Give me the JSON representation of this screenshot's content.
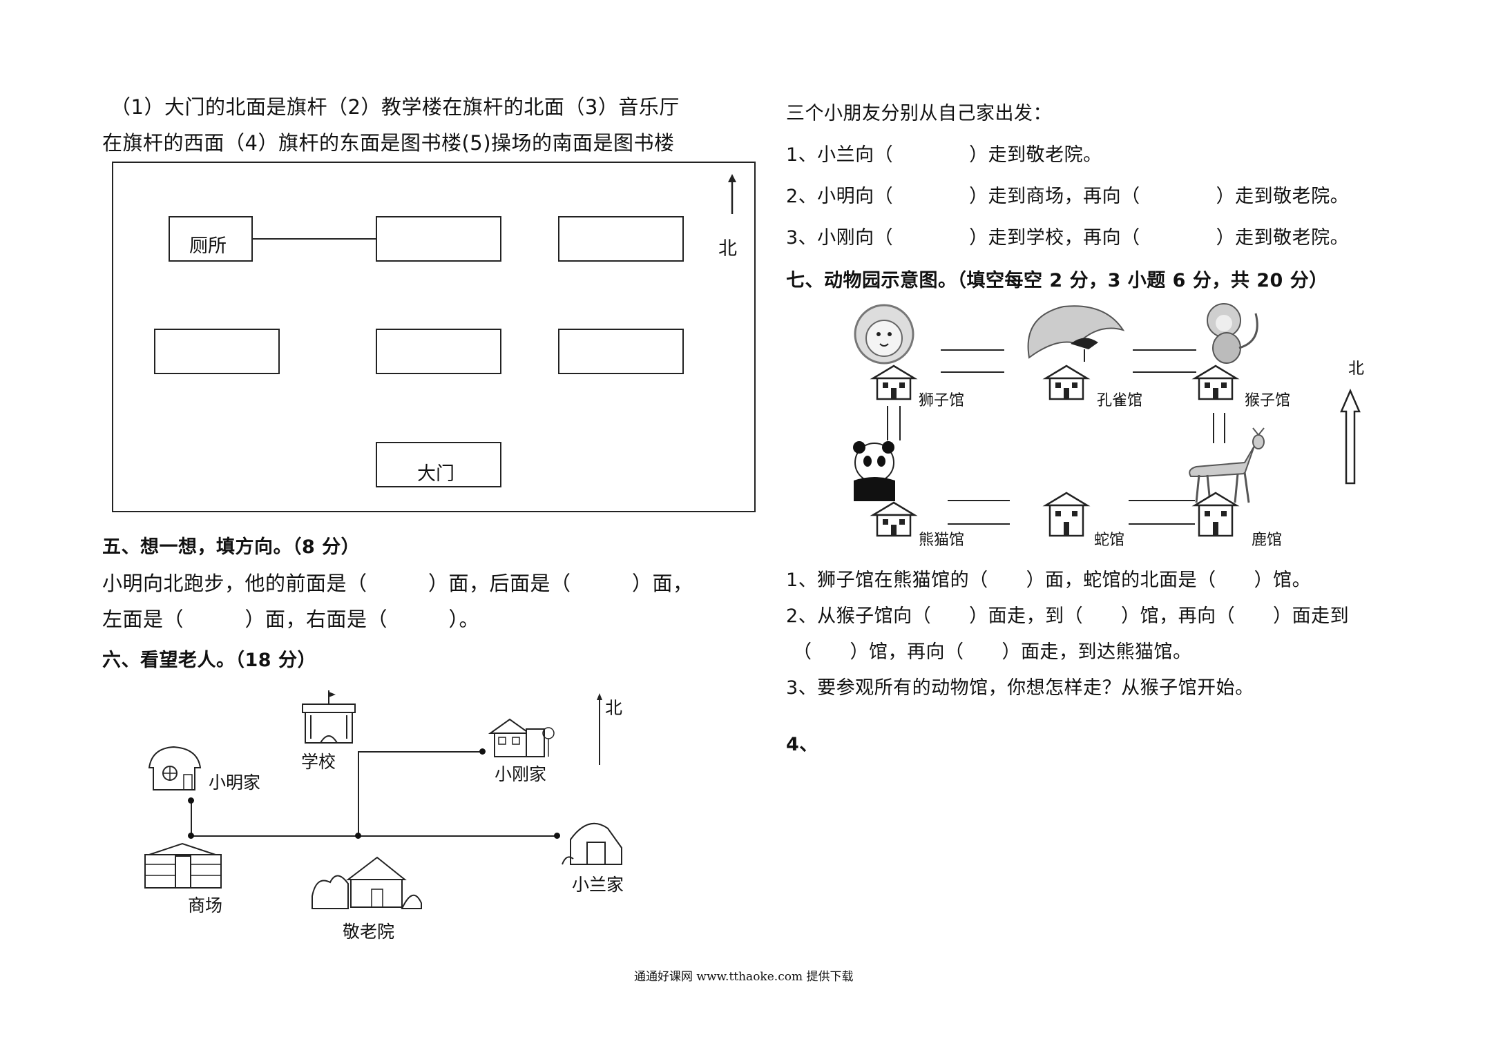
{
  "left": {
    "intro_line1": "（1）大门的北面是旗杆（2）教学楼在旗杆的北面（3）音乐厅",
    "intro_line2": "在旗杆的西面（4）旗杆的东面是图书楼(5)操场的南面是图书楼",
    "map1": {
      "toilet": "厕所",
      "gate": "大门",
      "north": "北"
    },
    "sec5_title": "五、想一想，填方向。（8 分）",
    "sec5_line1": "小明向北跑步，他的前面是（　　　）面，后面是（　　　）面，",
    "sec5_line2": "左面是（　　　）面，右面是（　　　）。",
    "sec6_title": "六、看望老人。（18 分）",
    "map2": {
      "xiaoming_home": "小明家",
      "school": "学校",
      "xiaogang_home": "小刚家",
      "mall": "商场",
      "elder_home": "敬老院",
      "xiaolan_home": "小兰家",
      "north": "北"
    }
  },
  "right": {
    "intro": "三个小朋友分别从自己家出发：",
    "q1": "1、小兰向（　　　　）走到敬老院。",
    "q2": "2、小明向（　　　　）走到商场，再向（　　　　）走到敬老院。",
    "q3": "3、小刚向（　　　　）走到学校，再向（　　　　）走到敬老院。",
    "sec7_title": "七、动物园示意图。（填空每空 2 分，3 小题 6 分，共 20 分）",
    "zoo": {
      "lion": "狮子馆",
      "peacock": "孔雀馆",
      "monkey": "猴子馆",
      "panda": "熊猫馆",
      "snake": "蛇馆",
      "deer": "鹿馆",
      "north": "北"
    },
    "z1": "1、狮子馆在熊猫馆的（　　）面，蛇馆的北面是（　　）馆。",
    "z2a": "2、从猴子馆向（　　）面走，到（　　）馆，再向（　　）面走到",
    "z2b": "（　　）馆，再向（　　）面走，到达熊猫馆。",
    "z3": "3、要参观所有的动物馆，你想怎样走？从猴子馆开始。",
    "z4": "4、"
  },
  "footer": "通通好课网 www.tthaoke.com 提供下载"
}
